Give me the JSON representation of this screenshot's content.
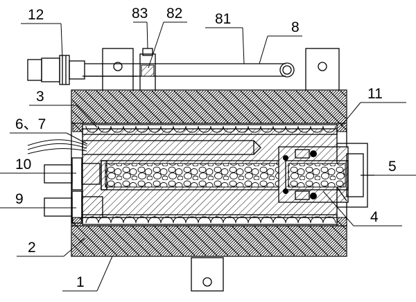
{
  "labels": {
    "l12": "12",
    "l83": "83",
    "l82": "82",
    "l81": "81",
    "l8": "8",
    "l3": "3",
    "l6_7": "6、7",
    "l11": "11",
    "l10": "10",
    "l5": "5",
    "l9": "9",
    "l4": "4",
    "l2": "2",
    "l1": "1"
  },
  "colors": {
    "line": "#000000",
    "background": "#ffffff"
  }
}
